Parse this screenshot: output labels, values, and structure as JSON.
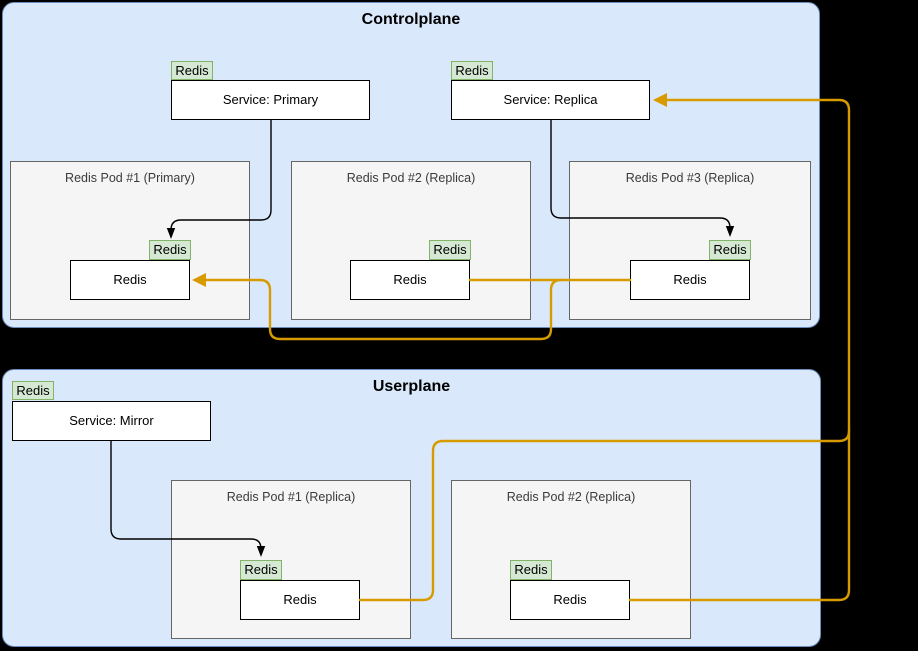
{
  "controlplane": {
    "title": "Controlplane",
    "services": [
      {
        "tab": "Redis",
        "label": "Service: Primary"
      },
      {
        "tab": "Redis",
        "label": "Service: Replica"
      }
    ],
    "pods": [
      {
        "title": "Redis Pod #1 (Primary)",
        "tab": "Redis",
        "label": "Redis"
      },
      {
        "title": "Redis Pod #2 (Replica)",
        "tab": "Redis",
        "label": "Redis"
      },
      {
        "title": "Redis Pod #3 (Replica)",
        "tab": "Redis",
        "label": "Redis"
      }
    ]
  },
  "userplane": {
    "title": "Userplane",
    "services": [
      {
        "tab": "Redis",
        "label": "Service: Mirror"
      }
    ],
    "pods": [
      {
        "title": "Redis Pod #1 (Replica)",
        "tab": "Redis",
        "label": "Redis"
      },
      {
        "title": "Redis Pod #2 (Replica)",
        "tab": "Redis",
        "label": "Redis"
      }
    ]
  },
  "colors": {
    "canvas_background": "#000000",
    "plane_fill": "#dae8fc",
    "plane_stroke": "#6c8ebf",
    "pod_fill": "#f5f5f5",
    "pod_stroke": "#666666",
    "tab_fill": "#d5e8d4",
    "tab_stroke": "#82b366",
    "node_fill": "#ffffff",
    "node_stroke": "#000000",
    "service_link": "#000000",
    "replication_link": "#d79b00"
  }
}
